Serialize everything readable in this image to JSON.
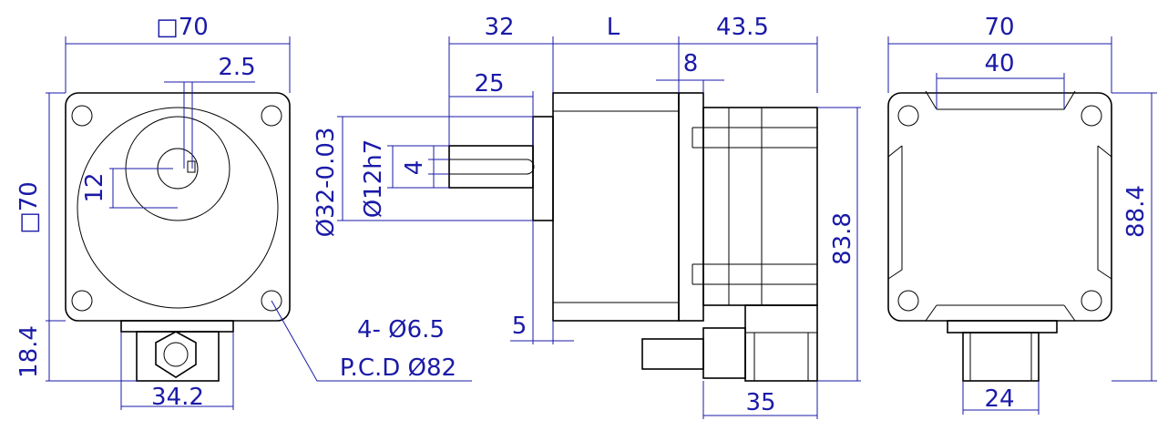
{
  "front_view": {
    "width_label": "□70",
    "height_label": "□70",
    "key_offset_label": "2.5",
    "shaft_offset_label": "12",
    "connector_height_label": "18.4",
    "connector_width_label": "34.2",
    "holes_label": "4- Ø6.5",
    "pcd_label": "P.C.D Ø82"
  },
  "side_view": {
    "shaft_length_label": "32",
    "body_length_label": "L",
    "rear_length_label": "43.5",
    "key_length_label": "25",
    "rear_step_label": "8",
    "pilot_diameter_label": "Ø32-0.03",
    "shaft_diameter_label": "Ø12h7",
    "key_width_label": "4",
    "pilot_depth_label": "5",
    "overall_height_label": "83.8",
    "connector_width_label": "35"
  },
  "rear_view": {
    "width_label": "70",
    "inner_width_label": "40",
    "overall_height_label": "88.4",
    "connector_width_label": "24"
  }
}
